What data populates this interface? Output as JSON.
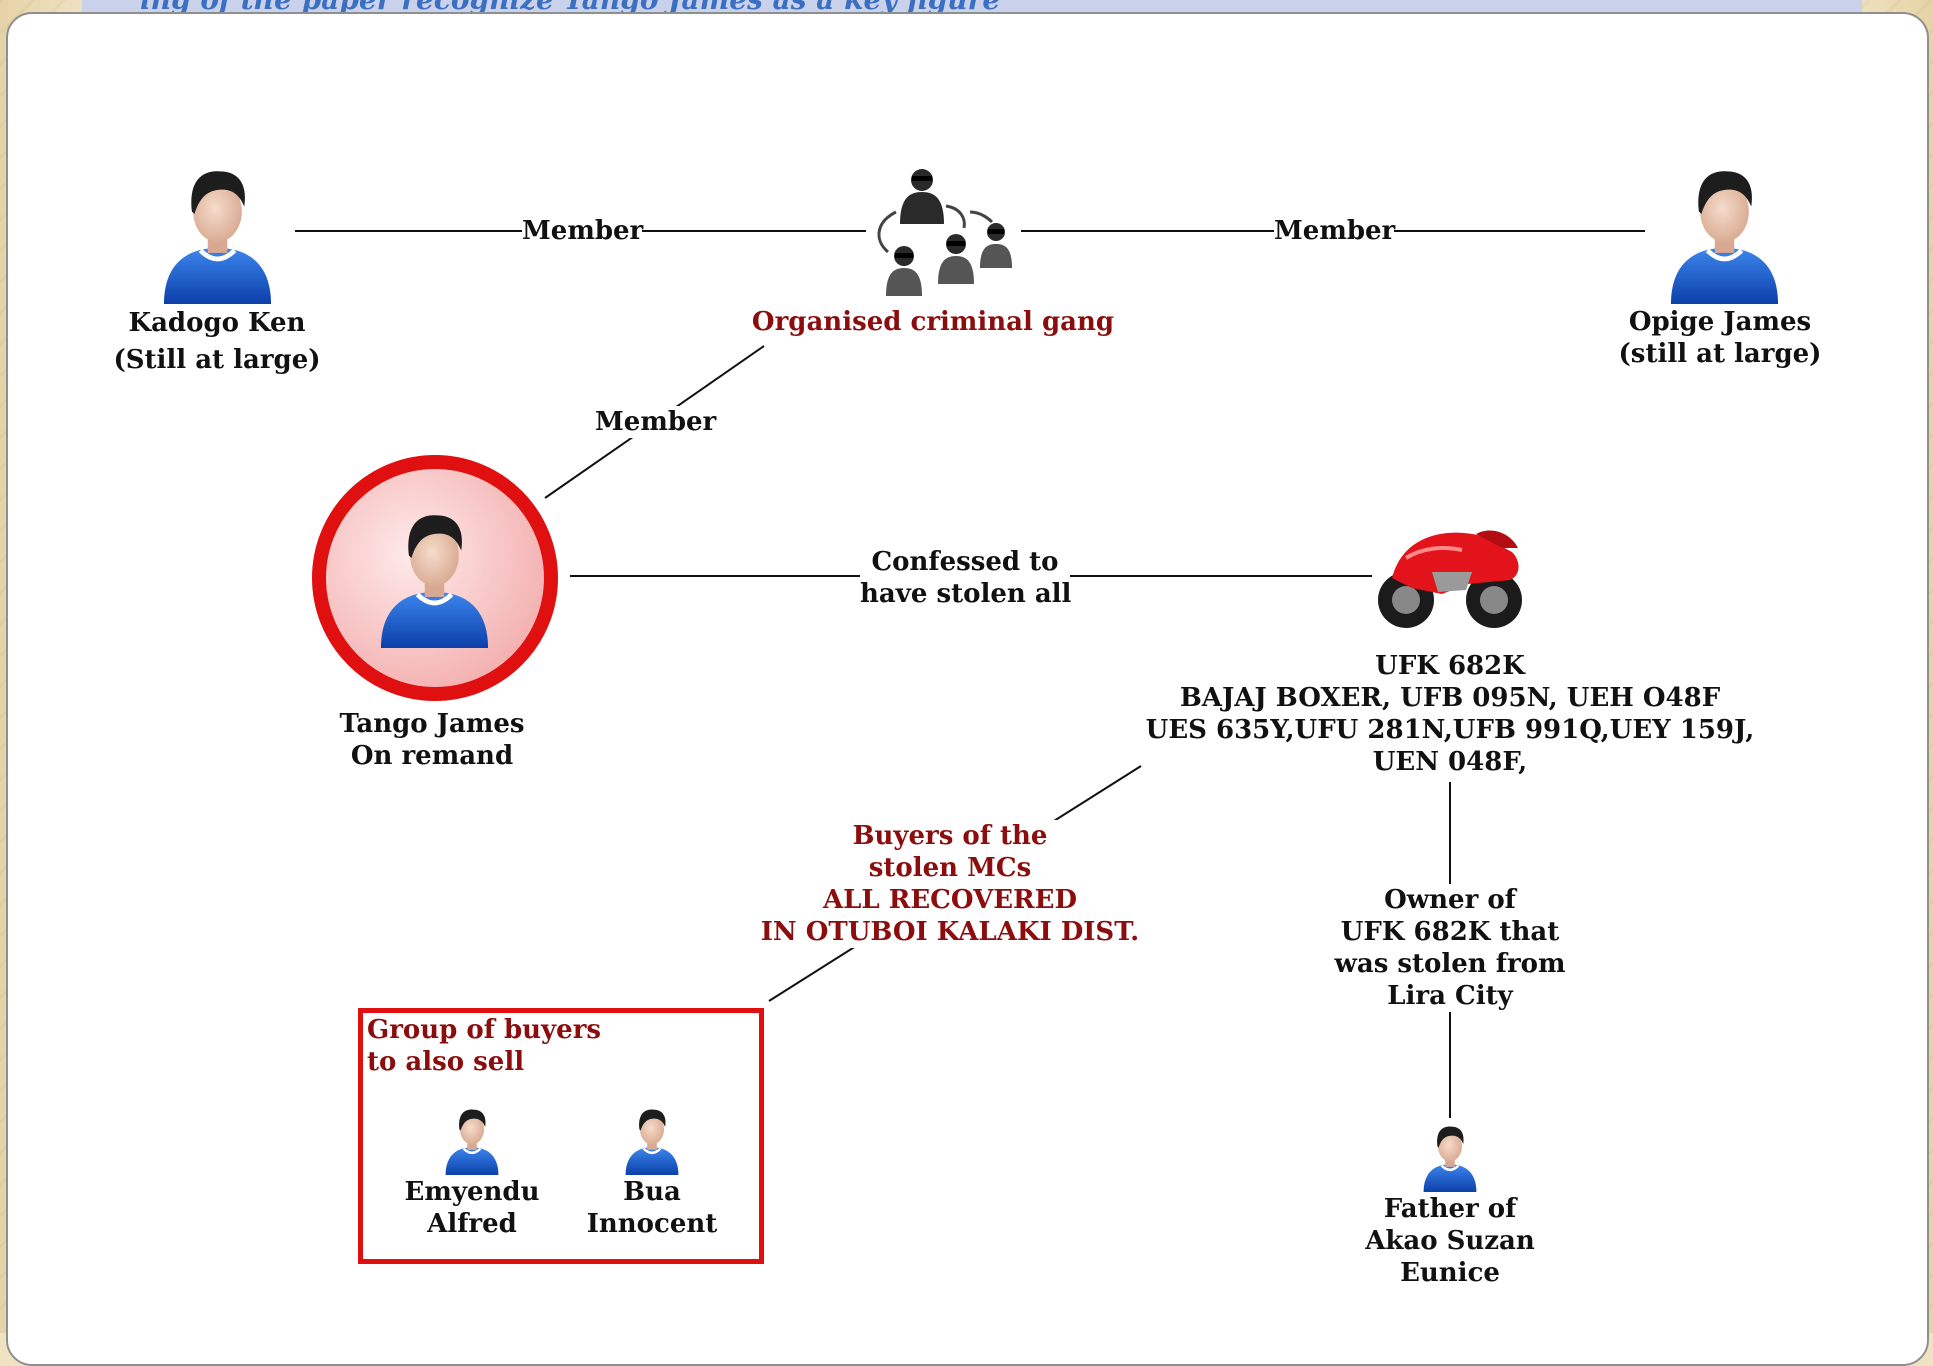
{
  "banner": {
    "text": "ing of the paper recognize Tango James as a key figure"
  },
  "entities": {
    "kadogo_ken": {
      "name": "Kadogo Ken",
      "status": "(Still at large)"
    },
    "gang": {
      "label": "Organised criminal gang"
    },
    "opige_james": {
      "name": "Opige James",
      "status": "(still at large)"
    },
    "tango_james": {
      "name": "Tango James",
      "status": "On remand"
    },
    "motorcycles": {
      "line1": "UFK 682K",
      "line2": "BAJAJ BOXER, UFB 095N, UEH O48F",
      "line3": "UES 635Y,UFU 281N,UFB 991Q,UEY 159J,",
      "line4": "UEN 048F,"
    },
    "buyers_group": {
      "title_line1": "Group of buyers",
      "title_line2": "to also sell"
    },
    "emyendu_alfred": {
      "line1": "Emyendu",
      "line2": "Alfred"
    },
    "bua_innocent": {
      "line1": "Bua",
      "line2": "Innocent"
    },
    "father": {
      "line1": "Father of",
      "line2": "Akao Suzan",
      "line3": "Eunice"
    }
  },
  "links": {
    "ken_gang": "Member",
    "opige_gang": "Member",
    "tango_gang": "Member",
    "tango_mc": {
      "line1": "Confessed to",
      "line2": "have stolen all"
    },
    "buyers": {
      "line1": "Buyers of the",
      "line2": "stolen MCs",
      "line3": "ALL RECOVERED",
      "line4": "IN OTUBOI KALAKI DIST."
    },
    "owner": {
      "line1": "Owner of",
      "line2": "UFK 682K that",
      "line3": "was stolen from",
      "line4": "Lira City"
    }
  },
  "icons": {
    "person": "person-icon",
    "gang": "gang-group-icon",
    "motorcycle": "motorcycle-icon",
    "highlight": "highlight-ring-icon"
  },
  "colors": {
    "label_dark_red": "#8b0d0d",
    "highlight_red": "#e01010",
    "person_shirt": "#1a5fd0",
    "link_line": "#111111"
  }
}
